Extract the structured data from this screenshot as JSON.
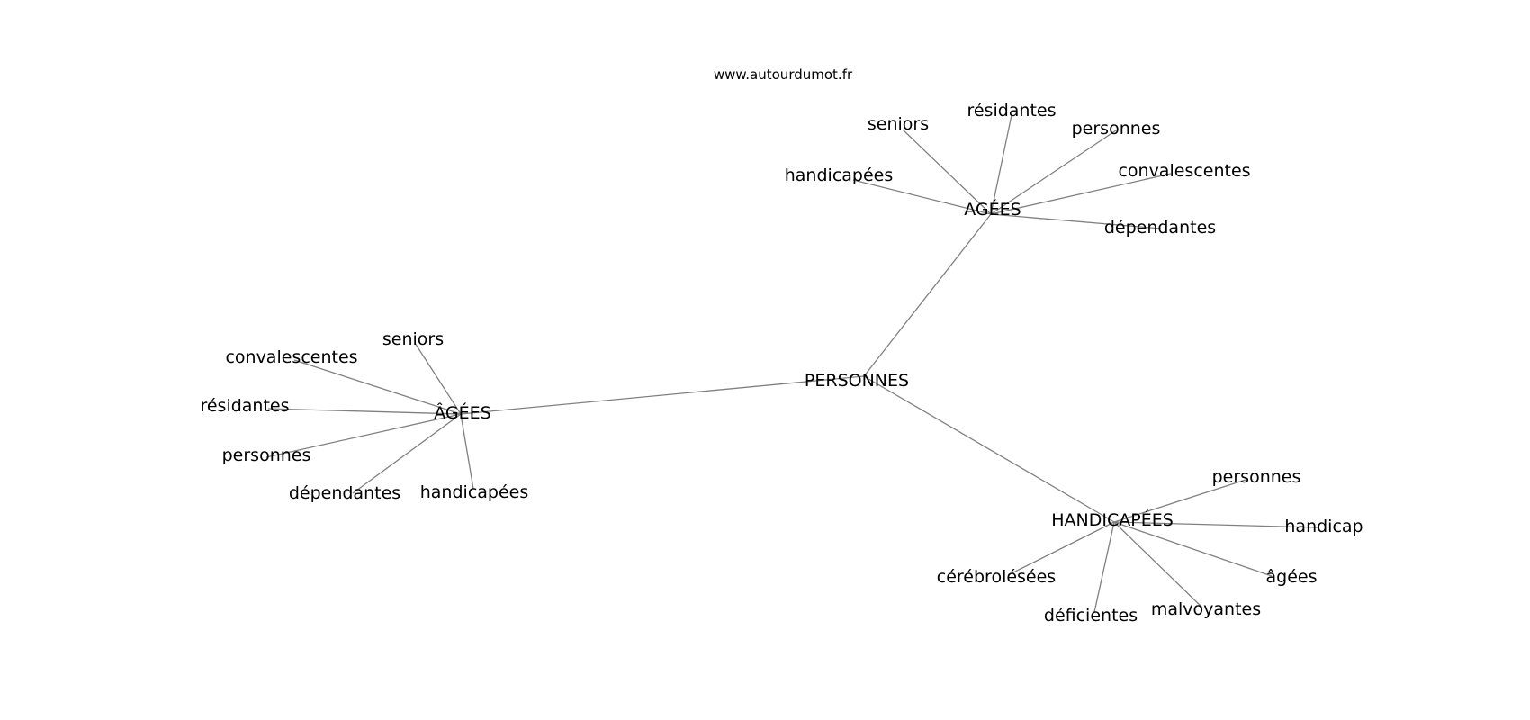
{
  "watermark": "www.autourdumot.fr",
  "nodes": {
    "root": "PERSONNES",
    "ages_top": "AGÉES",
    "ages_left": "ÂGÉES",
    "handicapees": "HANDICAPÉES",
    "t_seniors": "seniors",
    "t_residantes": "résidantes",
    "t_personnes": "personnes",
    "t_convalescentes": "convalescentes",
    "t_handicapees": "handicapées",
    "t_dependantes": "dépendantes",
    "l_seniors": "seniors",
    "l_convalescentes": "convalescentes",
    "l_residantes": "résidantes",
    "l_personnes": "personnes",
    "l_dependantes": "dépendantes",
    "l_handicapees": "handicapées",
    "h_personnes": "personnes",
    "h_handicap": "handicap",
    "h_agees": "âgées",
    "h_malvoyantes": "malvoyantes",
    "h_deficientes": "déficientes",
    "h_cerebrolesees": "cérébrolésées"
  },
  "edges": [
    [
      "root",
      "ages_top"
    ],
    [
      "root",
      "ages_left"
    ],
    [
      "root",
      "handicapees"
    ],
    [
      "ages_top",
      "t_seniors"
    ],
    [
      "ages_top",
      "t_residantes"
    ],
    [
      "ages_top",
      "t_personnes"
    ],
    [
      "ages_top",
      "t_convalescentes"
    ],
    [
      "ages_top",
      "t_handicapees"
    ],
    [
      "ages_top",
      "t_dependantes"
    ],
    [
      "ages_left",
      "l_seniors"
    ],
    [
      "ages_left",
      "l_convalescentes"
    ],
    [
      "ages_left",
      "l_residantes"
    ],
    [
      "ages_left",
      "l_personnes"
    ],
    [
      "ages_left",
      "l_dependantes"
    ],
    [
      "ages_left",
      "l_handicapees"
    ],
    [
      "handicapees",
      "h_personnes"
    ],
    [
      "handicapees",
      "h_handicap"
    ],
    [
      "handicapees",
      "h_agees"
    ],
    [
      "handicapees",
      "h_malvoyantes"
    ],
    [
      "handicapees",
      "h_deficientes"
    ],
    [
      "handicapees",
      "h_cerebrolesees"
    ]
  ]
}
